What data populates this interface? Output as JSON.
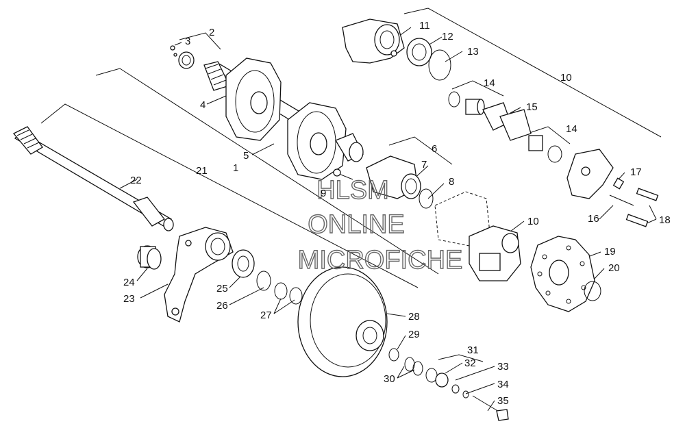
{
  "watermark": {
    "line1": "HLSM",
    "line2": "ONLINE",
    "line3": "MICROFICHE"
  },
  "callouts": [
    "1",
    "2",
    "3",
    "4",
    "5",
    "6",
    "7",
    "8",
    "9",
    "10",
    "10",
    "11",
    "12",
    "13",
    "14",
    "14",
    "15",
    "16",
    "17",
    "18",
    "19",
    "20",
    "21",
    "22",
    "23",
    "24",
    "25",
    "26",
    "27",
    "28",
    "29",
    "30",
    "31",
    "32",
    "33",
    "34",
    "35"
  ]
}
